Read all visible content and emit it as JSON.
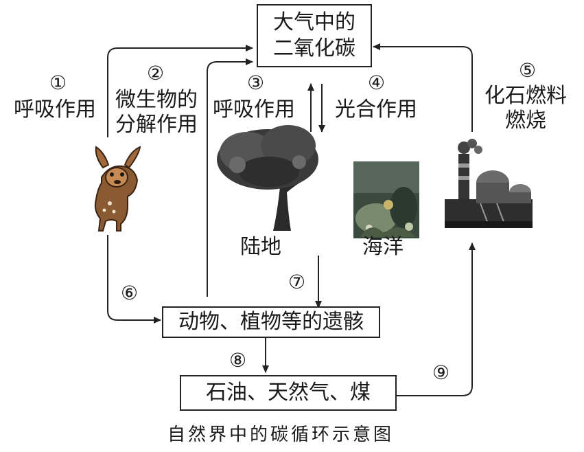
{
  "boxes": {
    "atmosphere": "大气中的\n二氧化碳",
    "remains": "动物、植物等的遗骸",
    "fossil": "石油、天然气、煤"
  },
  "steps": [
    {
      "num": "①",
      "label": "呼吸作用"
    },
    {
      "num": "②",
      "label": "微生物的\n分解作用"
    },
    {
      "num": "③",
      "label": "呼吸作用"
    },
    {
      "num": "④",
      "label": "光合作用"
    },
    {
      "num": "⑤",
      "label": "化石燃料\n燃烧"
    },
    {
      "num": "⑥",
      "label": ""
    },
    {
      "num": "⑦",
      "label": ""
    },
    {
      "num": "⑧",
      "label": ""
    },
    {
      "num": "⑨",
      "label": ""
    }
  ],
  "places": {
    "land": "陆地",
    "ocean": "海洋"
  },
  "icons": [
    "deer-icon",
    "tree-icon",
    "ocean-photo",
    "factory-icon"
  ],
  "caption": "自然界中的碳循环示意图"
}
